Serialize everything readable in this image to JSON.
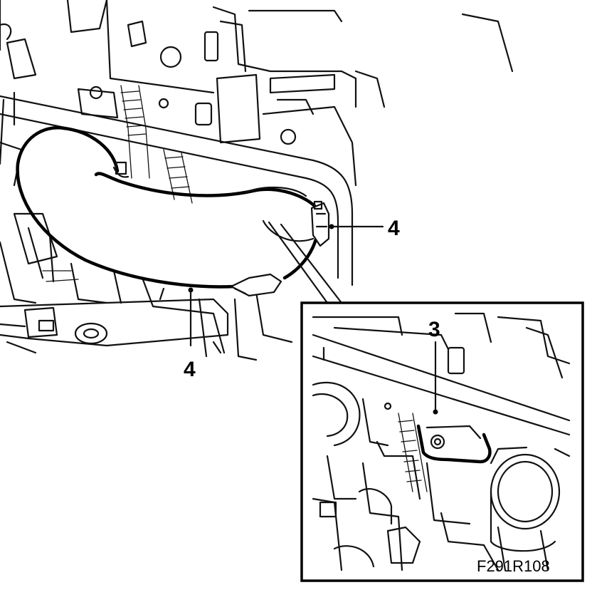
{
  "callouts": {
    "upper_right": "4",
    "lower": "4",
    "inset": "3"
  },
  "figure_id": "F291R108"
}
